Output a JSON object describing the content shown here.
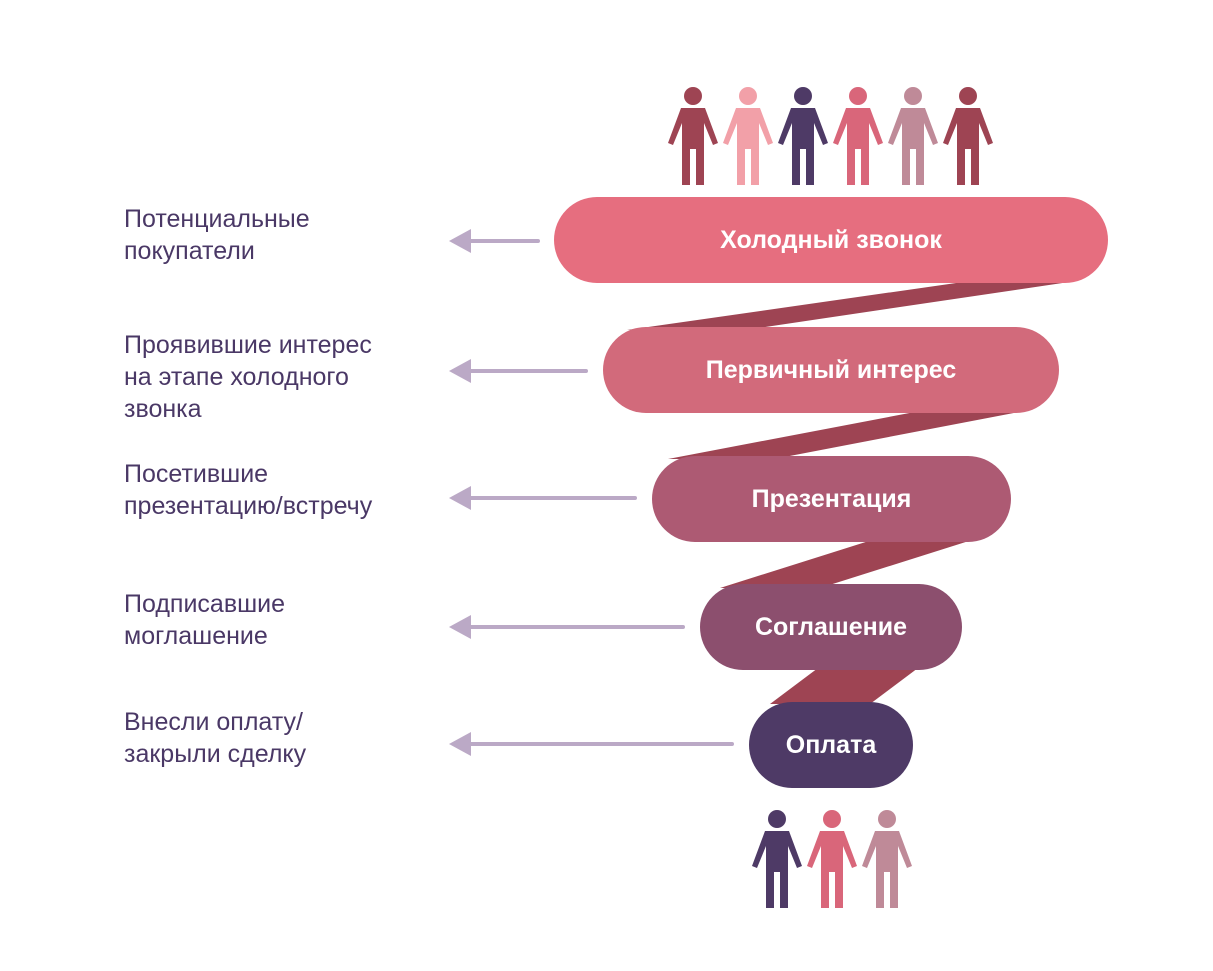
{
  "colors": {
    "band": "#9e4453",
    "arrow": "#bba9c6",
    "label_text": "#4a3866",
    "stage_1": "#e66e7f",
    "stage_2": "#d26a7b",
    "stage_3": "#ad5a73",
    "stage_4": "#8c4f6e",
    "stage_5": "#4e3a66"
  },
  "stages": [
    {
      "name": "Холодный звонок",
      "description": "Потенциальные\nпокупатели"
    },
    {
      "name": "Первичный интерес",
      "description": "Проявившие интерес\nна этапе холодного\nзвонка"
    },
    {
      "name": "Презентация",
      "description": "Посетившие\nпрезентацию/встречу"
    },
    {
      "name": "Соглашение",
      "description": "Подписавшие\nмоглашение"
    },
    {
      "name": "Оплата",
      "description": "Внесли оплату/\nзакрыли сделку"
    }
  ],
  "top_people": [
    {
      "icon": "person-icon",
      "color": "#9e4453"
    },
    {
      "icon": "person-icon",
      "color": "#f2a0a8"
    },
    {
      "icon": "person-icon",
      "color": "#4e3a66"
    },
    {
      "icon": "person-icon",
      "color": "#d9667a"
    },
    {
      "icon": "person-icon",
      "color": "#bf8a98"
    },
    {
      "icon": "person-icon",
      "color": "#9e4453"
    }
  ],
  "bottom_people": [
    {
      "icon": "person-icon",
      "color": "#4e3a66"
    },
    {
      "icon": "person-icon",
      "color": "#d9667a"
    },
    {
      "icon": "person-icon",
      "color": "#bf8a98"
    }
  ]
}
